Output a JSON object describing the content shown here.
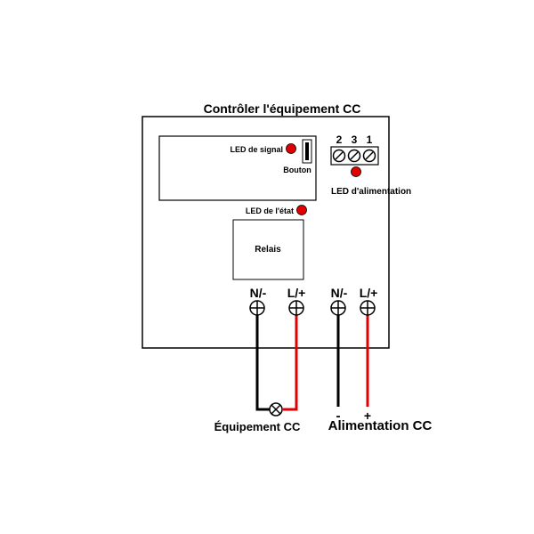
{
  "title": "Contrôler l'équipement CC",
  "labels": {
    "signal_led": "LED de signal",
    "button": "Bouton",
    "power_led": "LED d'alimentation",
    "status_led": "LED de l'état",
    "relay": "Relais"
  },
  "terminal_block_numbers": [
    "2",
    "3",
    "1"
  ],
  "terminals": [
    {
      "label": "N/-"
    },
    {
      "label": "L/+"
    },
    {
      "label": "N/-"
    },
    {
      "label": "L/+"
    }
  ],
  "polarity": {
    "minus": "-",
    "plus": "+"
  },
  "bottom_labels": {
    "load": "Équipement CC",
    "supply": "Alimentation CC"
  },
  "colors": {
    "wire_negative": "#000000",
    "wire_positive": "#e00000",
    "led": "#e00000",
    "outline": "#000000"
  }
}
